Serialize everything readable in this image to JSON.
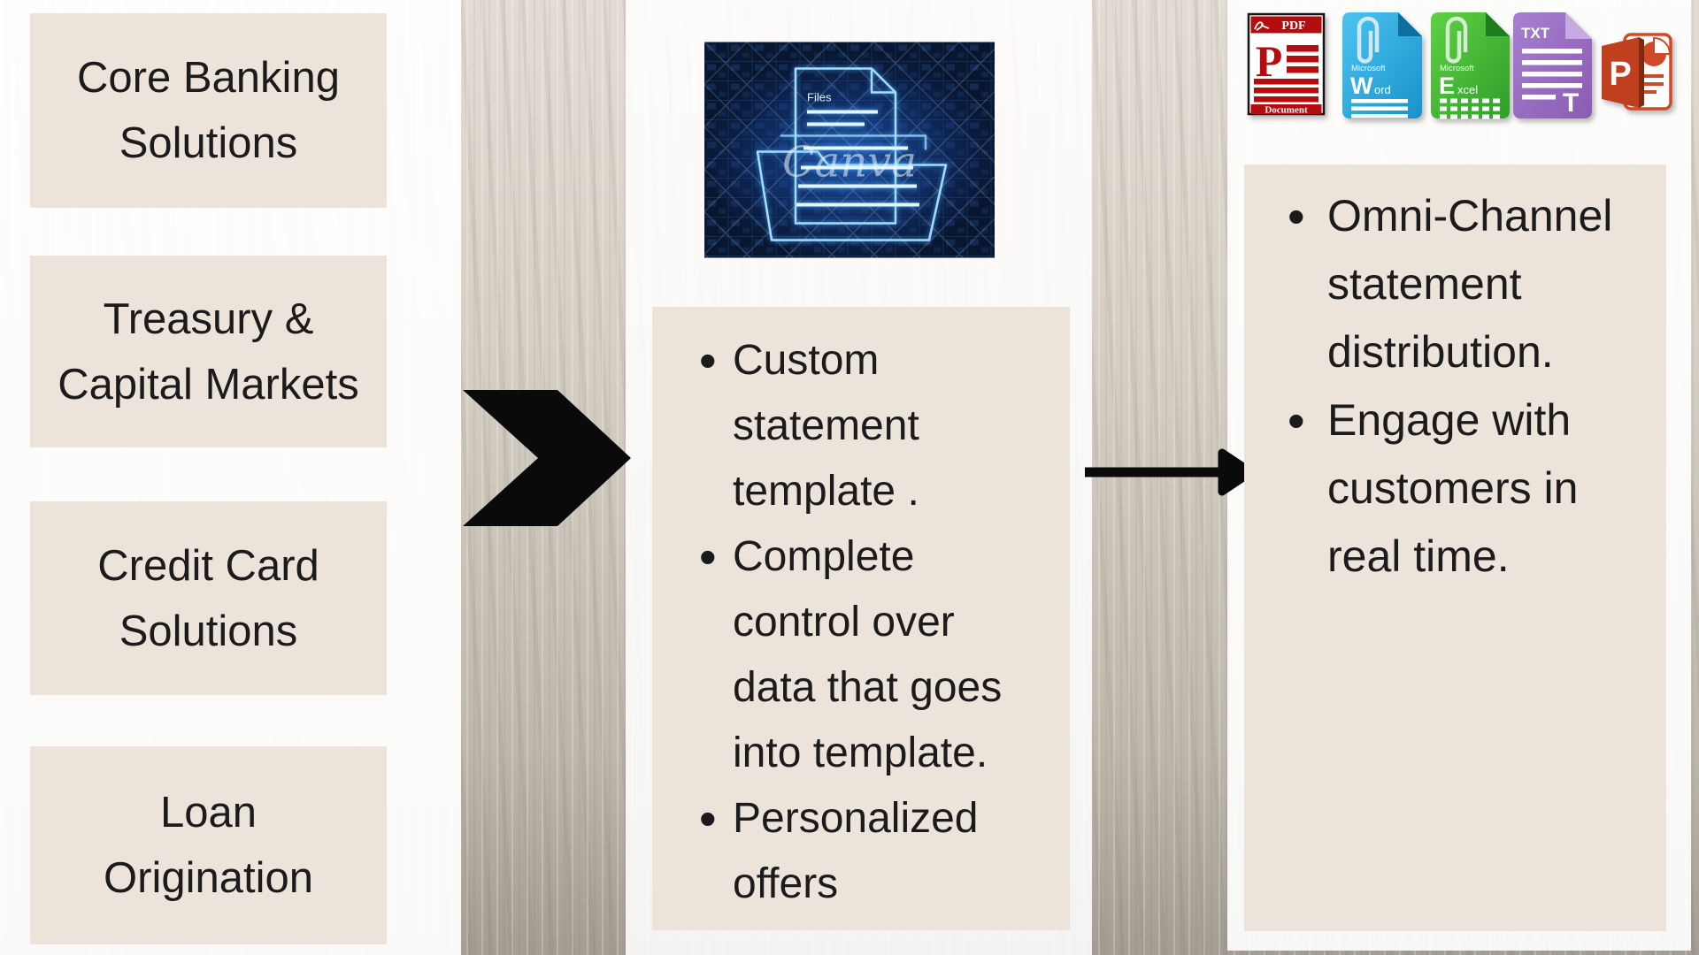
{
  "left_column": {
    "boxes": [
      {
        "label": "Core Banking\nSolutions"
      },
      {
        "label": "Treasury &\nCapital Markets"
      },
      {
        "label": "Credit Card\nSolutions"
      },
      {
        "label": "Loan\nOrigination"
      }
    ]
  },
  "middle_column": {
    "image": {
      "doc_label": "Files",
      "watermark": "Canva"
    },
    "bullets": [
      "Custom\nstatement\ntemplate .",
      "Complete\ncontrol over\ndata that goes\ninto template.",
      "Personalized\noffers"
    ]
  },
  "right_column": {
    "icons": {
      "pdf": {
        "banner": "PDF",
        "letter": "P",
        "footer": "Document"
      },
      "word": {
        "brand": "Microsoft",
        "letter": "W",
        "suffix": "ord"
      },
      "excel": {
        "brand": "Microsoft",
        "letter": "E",
        "suffix": "xcel"
      },
      "txt": {
        "title": "TXT",
        "letter": "T"
      },
      "powerpoint": {
        "letter": "P"
      }
    },
    "bullets": [
      "Omni-Channel\nstatement\ndistribution.",
      "Engage with\ncustomers in\nreal time."
    ]
  },
  "colors": {
    "box_beige": "#ECE4DA",
    "text": "#1B1B1B",
    "arrow_black": "#0A0A0A",
    "stripe_taupe": "#C9C1B6",
    "panel_white": "#FAF9F6",
    "pdf_red": "#B30D10",
    "word_blue": "#2FAEDE",
    "excel_green": "#46B33A",
    "txt_purple": "#9B71C1",
    "ppt_orange": "#CF4A26",
    "neon_blue": "#A5DCFF"
  }
}
